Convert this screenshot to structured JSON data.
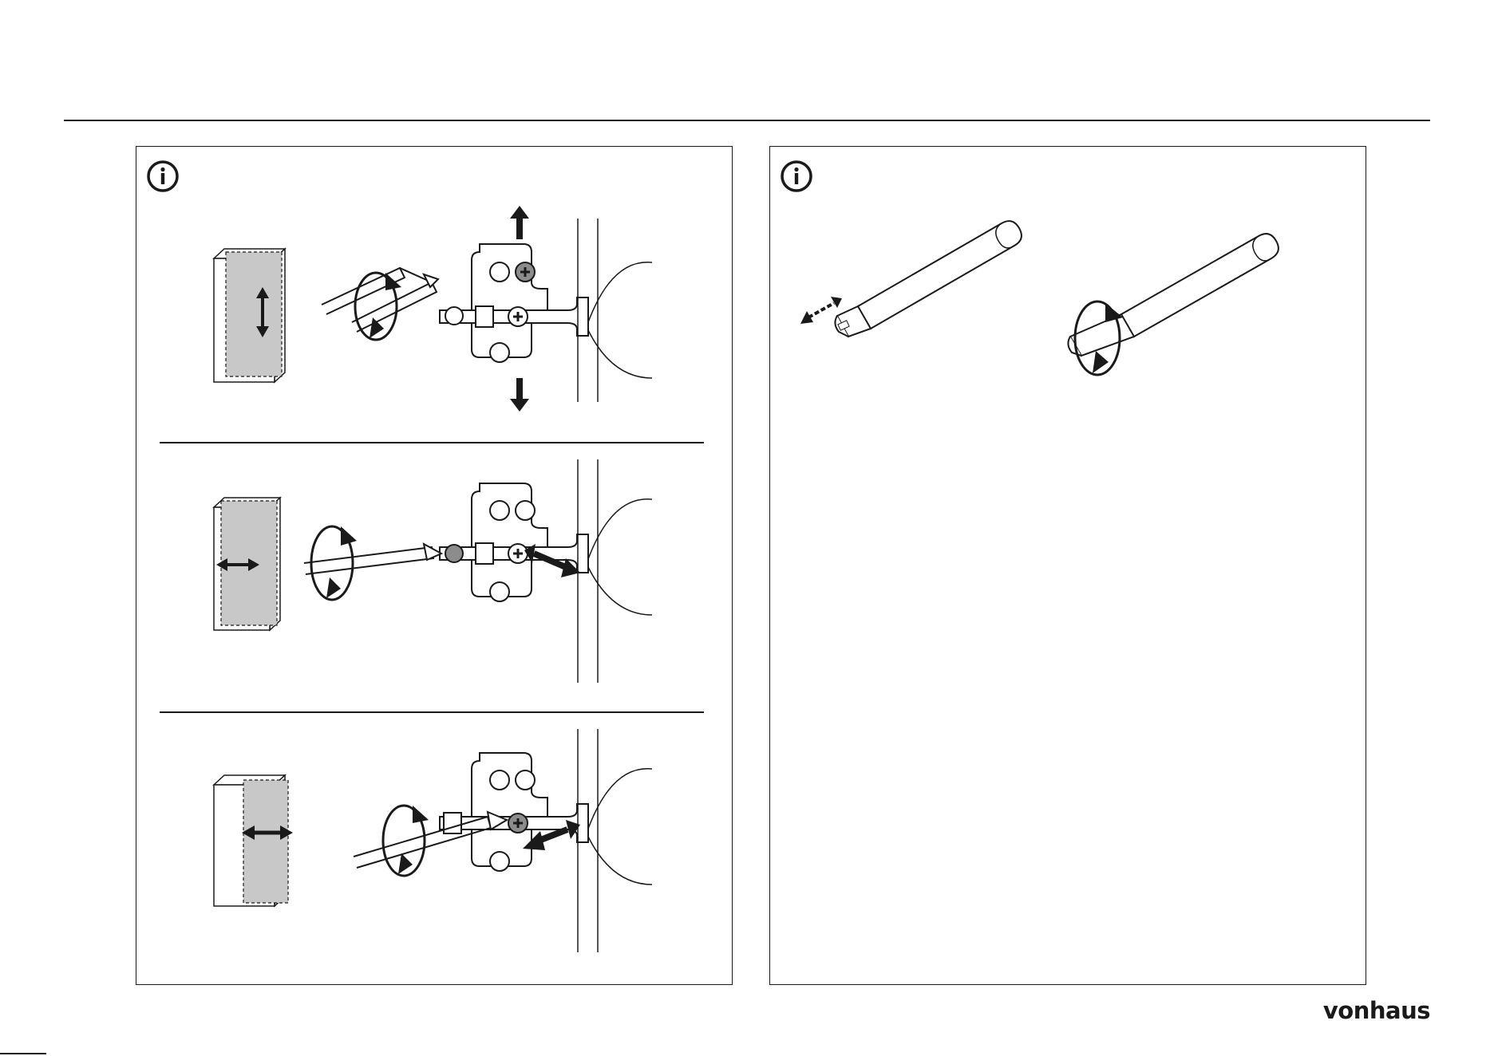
{
  "document": {
    "brand": "vonhaus",
    "colors": {
      "ink": "#1a1a1a",
      "door_fill": "#c8c8c8",
      "screw_fill": "#8c8c8c",
      "paper": "#ffffff"
    }
  },
  "left_panel": {
    "icon": "info-icon",
    "steps": [
      {
        "id": "vertical",
        "cabinet_arrow": "double-arrow-vertical-icon",
        "adjust": "hinge-height-adjustment"
      },
      {
        "id": "side",
        "cabinet_arrow": "double-arrow-horizontal-icon",
        "adjust": "hinge-side-adjustment"
      },
      {
        "id": "depth",
        "cabinet_arrow": "double-arrow-horizontal-icon",
        "adjust": "hinge-depth-adjustment"
      }
    ]
  },
  "right_panel": {
    "icon": "info-icon",
    "items": [
      {
        "id": "push-slide",
        "arrow": "double-arrow-diagonal-icon"
      },
      {
        "id": "twist",
        "arrow": "rotate-arrow-icon"
      }
    ]
  }
}
